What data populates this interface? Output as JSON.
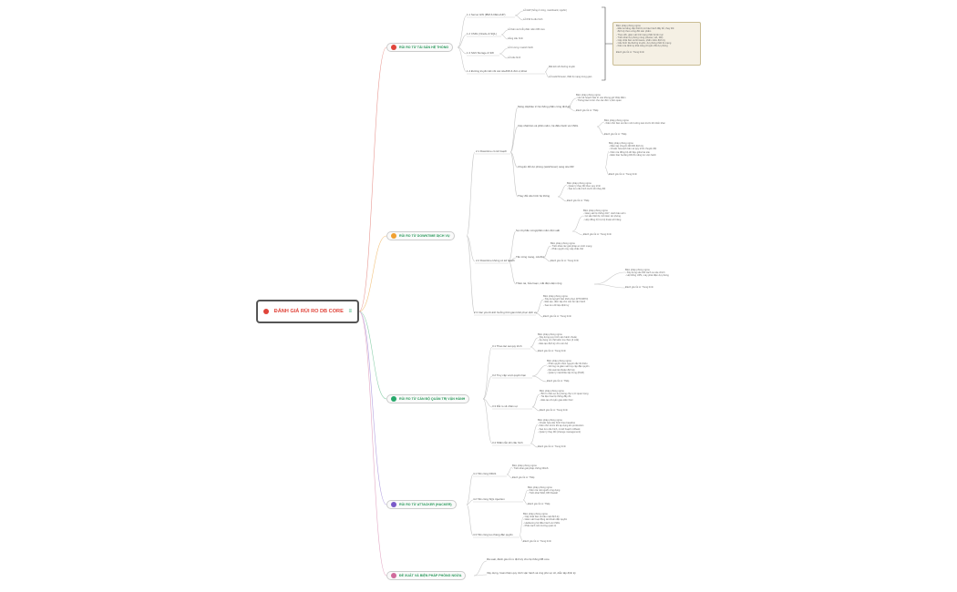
{
  "root": {
    "title": "ĐÁNH GIÁ RỦI RO DB CORE"
  },
  "branches": [
    {
      "label": "RỦI RO TỪ TÀI SẢN HỆ THỐNG"
    },
    {
      "label": "RỦI RO TỪ DOWNTIME DỊCH VỤ"
    },
    {
      "label": "RỦI RO TỪ CÁN BỘ QUẢN TRỊ VẬN HÀNH"
    },
    {
      "label": "RỦI RO TỪ ATTACKER (HACKER)"
    },
    {
      "label": "ĐỀ XUẤT VÀ BIỆN PHÁP PHÒNG NGỪA"
    }
  ],
  "b1": {
    "items": [
      "1.1 Server HW (IBM & DELL/HP)",
      "1.2 CSDL (Oracle & SQL)",
      "1.3 SAN Storage & SW",
      "1.4 Đường truyền kết nối các site/DR & đơn vị khác"
    ],
    "leaves": [
      "Lỗi HW (hỏng ổ cứng, mainboard, nguồn)",
      "Lỗi FW & cấu hình",
      "Lỗi bản vá & lỗi phần mềm DB core",
      "Hỏng cấu hình",
      "Lỗi ổ cứng / switch SAN",
      "Lỗi cấu hình",
      "Mất kết nối đường truyền",
      "Lỗi switch/router, thiết bị mạng trung gian"
    ],
    "note": "Biện pháp phòng ngừa:\n- Đầu tư/nâng cấp thiết bị có bảo hành đầy đủ, thay thế\n  định kỳ theo vòng đời sản phẩm\n- Theo dõi, giám sát tình trạng thiết bị liên tục\n- Triển khai dự phòng nóng (cluster, HA, DR)\n- Cập nhật bản vá firmware, phần mềm định kỳ\n- Cấu hình đa đường truyền, dự phòng thiết bị mạng\n- Kiểm tra định kỳ khả năng chuyển đổi dự phòng\n\nĐánh giá rủi ro: Trung bình"
  },
  "b2": {
    "subs": [
      "2.1 Downtime có kế hoạch",
      "2.2 Downtime không có kế hoạch",
      "2.3 Các yếu tố ảnh hưởng thời gian khôi phục dịch vụ"
    ],
    "items": [
      "Nâng cấp/bảo trì hệ thống phần cứng định kỳ",
      "Cập nhật bản vá phần mềm, hệ điều hành và CSDL",
      "Chuyển đổi dự phòng (switchover) sang site DR",
      "Thay đổi cấu hình hệ thống",
      "Sự cố phần cứng/phần mềm đột xuất",
      "Tấn công mạng, mã độc",
      "Thiên tai, hỏa hoạn, mất điện diện rộng"
    ],
    "leaves": [
      "Biện pháp phòng ngừa:\n- Lên kế hoạch bảo trì vào khung giờ thấp điểm\n- Thông báo trước cho các đơn vị liên quan",
      "Đánh giá rủi ro: Thấp",
      "Biện pháp phòng ngừa:\n- Kiểm thử bản vá trên môi trường test trước khi triển khai",
      "Đánh giá rủi ro: Thấp",
      "Biện pháp phòng ngừa:\n- Diễn tập chuyển đổi DR định kỳ\n- Chuẩn hóa kịch bản và quy trình chuyển đổi\n- Kiểm tra đồng bộ dữ liệu giữa hai site\n- Đảm bảo hạ tầng DR đủ năng lực vận hành",
      "Đánh giá rủi ro: Trung bình",
      "Biện pháp phòng ngừa:\n- Quản lý thay đổi theo quy trình\n- Sao lưu cấu hình trước khi thay đổi",
      "Đánh giá rủi ro: Thấp",
      "Biện pháp phòng ngừa:\n- Giám sát hệ thống 24/7, cảnh báo sớm\n- Có sẵn thiết bị, linh kiện dự phòng\n- Hợp đồng hỗ trợ kỹ thuật với hãng",
      "Đánh giá rủi ro: Trung bình",
      "Biện pháp phòng ngừa:\n- Triển khai các giải pháp an ninh mạng\n- Phân quyền truy cập chặt chẽ",
      "Đánh giá rủi ro: Trung bình",
      "Biện pháp phòng ngừa:\n- Xây dựng site DR cách xa site chính\n- Hệ thống UPS, máy phát điện dự phòng",
      "Đánh giá rủi ro: Trung bình",
      "Biện pháp phòng ngừa:\n- Xây dựng kịch bản khôi phục (RTO/RPO)\n- Đào tạo, diễn tập cho cán bộ vận hành\n- Sao lưu dữ liệu định kỳ",
      "Đánh giá rủi ro: Trung bình"
    ]
  },
  "b3": {
    "items": [
      "3.1 Thao tác sai quy trình",
      "3.2 Truy cập vượt quyền hạn",
      "3.3 Rủi ro về nhân sự",
      "3.4 Nhầm lẫn khi cấu hình"
    ],
    "leaves": [
      "Biện pháp phòng ngừa:\n- Xây dựng quy trình vận hành chuẩn\n- Áp dụng cơ chế kiểm tra chéo (4 mắt)\n- Đào tạo định kỳ cho cán bộ",
      "Đánh giá rủi ro: Trung bình",
      "Biện pháp phòng ngừa:\n- Phân quyền theo nguyên tắc tối thiểu\n- Ghi log và giám sát truy cập đặc quyền\n- Rà soát tài khoản định kỳ\n- Quản lý mật khẩu tập trung (PAM)",
      "Đánh giá rủi ro: Thấp",
      "Biện pháp phòng ngừa:\n- Bố trí nhân sự dự phòng cho vị trí quan trọng\n- Tài liệu hóa hệ thống đầy đủ\n- Đào tạo chuyển giao kiến thức",
      "Đánh giá rủi ro: Trung bình",
      "Biện pháp phòng ngừa:\n- Chuẩn hóa cấu hình theo baseline\n- Kiểm thử trước khi áp dụng lên production\n- Sao lưu cấu hình, có kế hoạch rollback\n- Quản lý thay đổi (change management)",
      "Đánh giá rủi ro: Trung bình"
    ]
  },
  "b4": {
    "items": [
      "4.1 Tấn công DDoS",
      "4.2 Tấn công SQL injection",
      "4.3 Tấn công leo thang đặc quyền"
    ],
    "leaves": [
      "Biện pháp phòng ngừa:\n- Triển khai giải pháp chống DDoS",
      "Đánh giá rủi ro: Thấp",
      "Biện pháp phòng ngừa:\n- Kiểm tra mã nguồn ứng dụng\n- Triển khai WAF, DB firewall",
      "Đánh giá rủi ro: Thấp",
      "Biện pháp phòng ngừa:\n- Cập nhật bản vá bảo mật định kỳ\n- Giám sát hoạt động tài khoản đặc quyền\n- Hardening hệ điều hành và CSDL\n- Phân tách môi trường quản trị",
      "Đánh giá rủi ro: Trung bình"
    ]
  },
  "b5": {
    "items": [
      "Rà soát, đánh giá rủi ro định kỳ cho hệ thống DB core",
      "Xây dựng, hoàn thiện quy trình vận hành và ứng phó sự cố, diễn tập định kỳ"
    ]
  }
}
